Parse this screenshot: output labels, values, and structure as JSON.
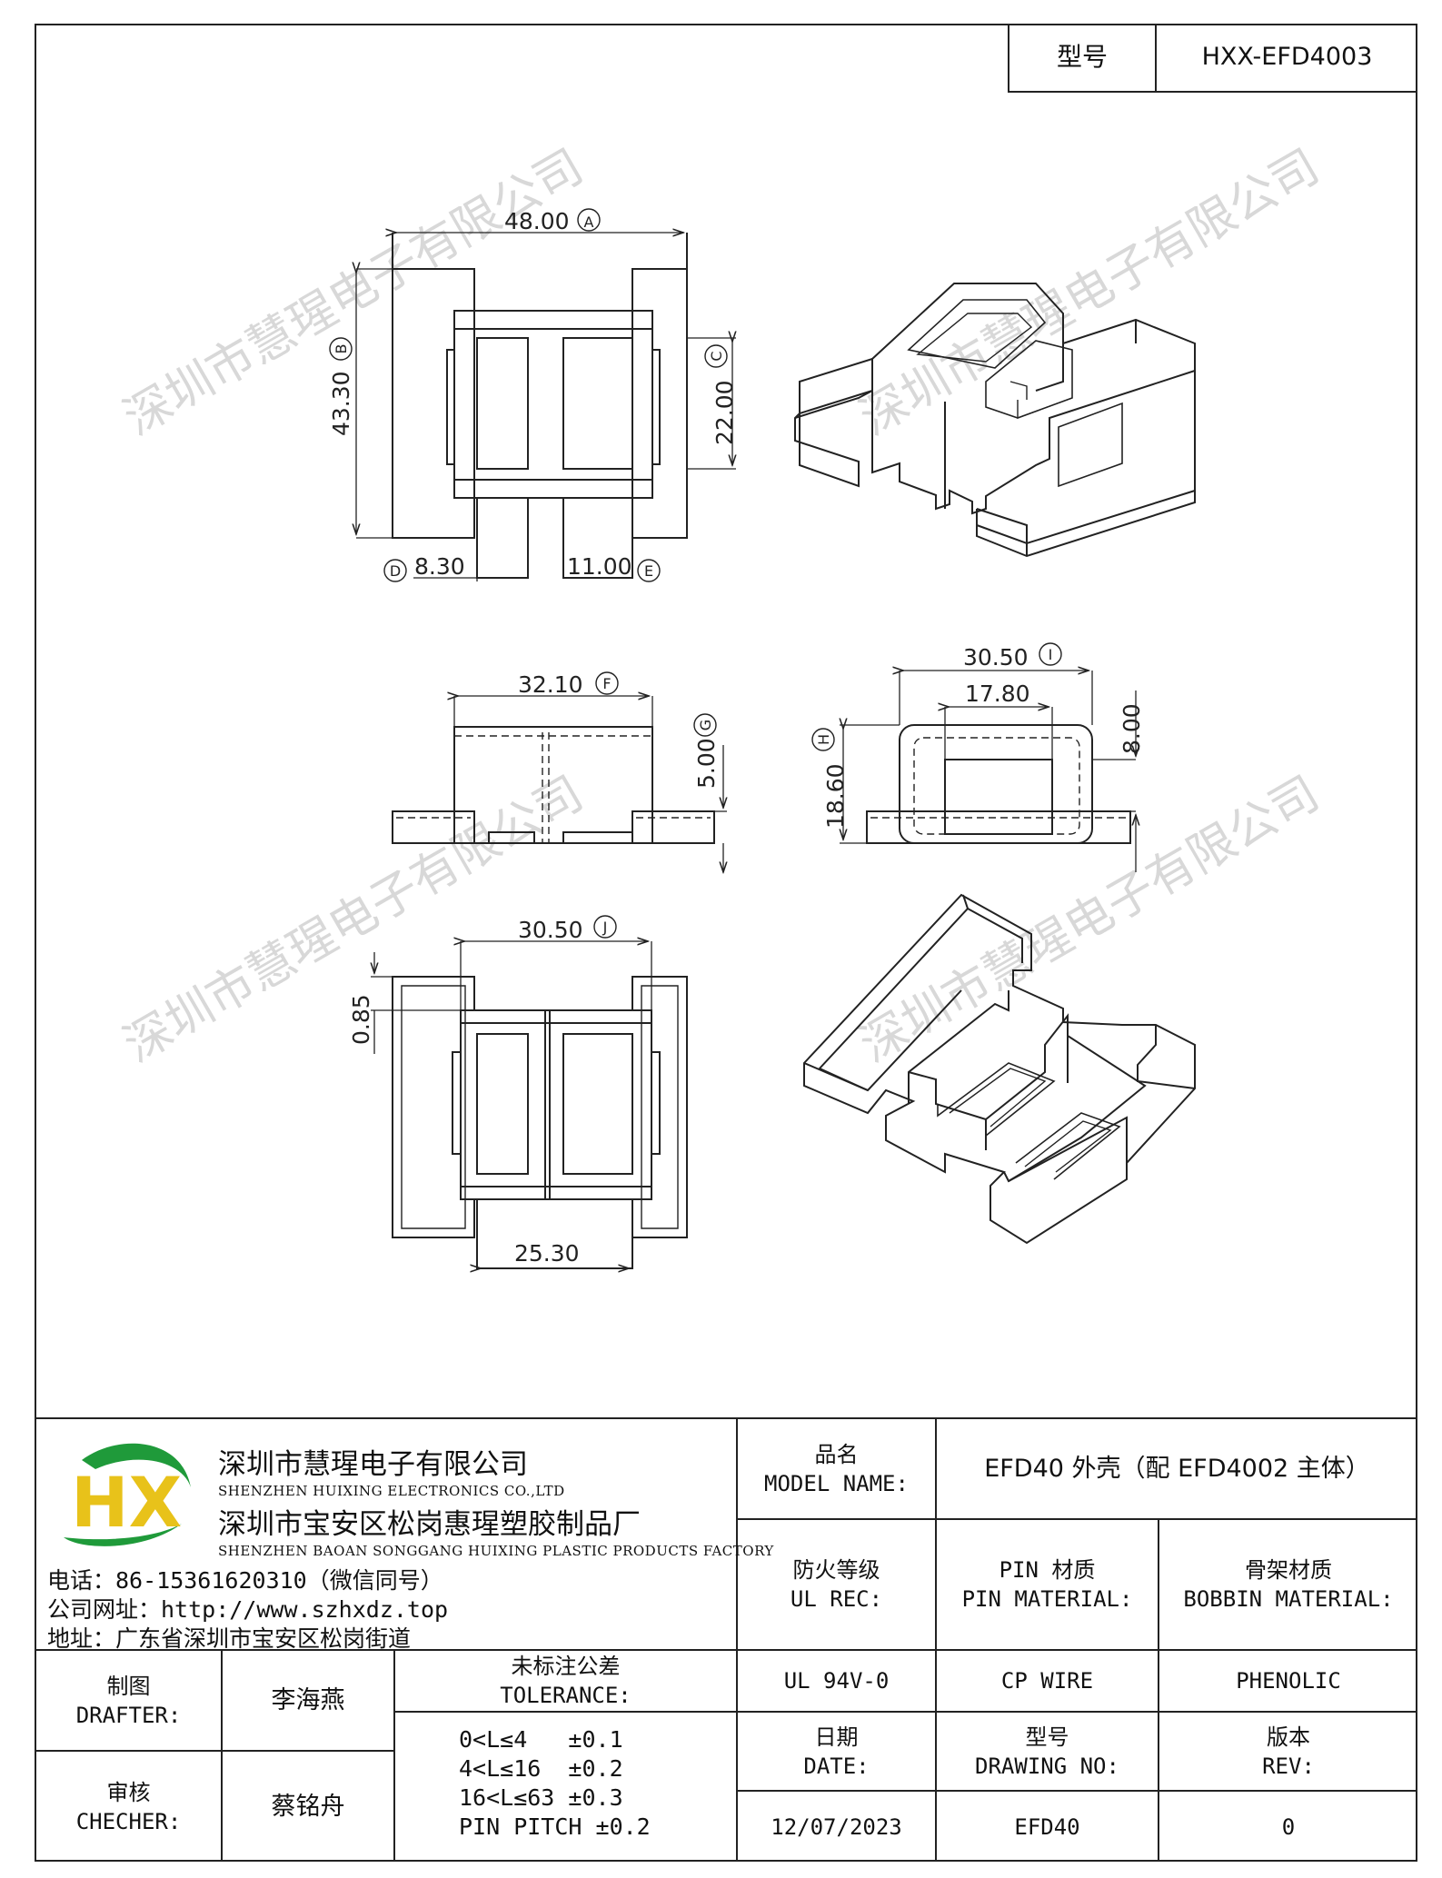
{
  "header": {
    "model_label": "型号",
    "model_value": "HXX-EFD4003"
  },
  "dimensions": {
    "A": {
      "value": "48.00",
      "label": "A"
    },
    "B": {
      "value": "43.30",
      "label": "B"
    },
    "C": {
      "value": "22.00",
      "label": "C"
    },
    "D": {
      "value": "8.30",
      "label": "D"
    },
    "E": {
      "value": "11.00",
      "label": "E"
    },
    "F": {
      "value": "32.10",
      "label": "F"
    },
    "G": {
      "value": "5.00",
      "label": "G"
    },
    "H": {
      "value": "18.60",
      "label": "H"
    },
    "I": {
      "value": "30.50",
      "label": "I"
    },
    "inner_width": "17.80",
    "height_8": "8.00",
    "J": {
      "value": "30.50",
      "label": "J"
    },
    "thickness": "0.85",
    "bottom_width": "25.30"
  },
  "watermark": "深圳市慧瑆电子有限公司",
  "company": {
    "name_cn_1": "深圳市慧瑆电子有限公司",
    "name_en_1": "SHENZHEN HUIXING ELECTRONICS CO.,LTD",
    "name_cn_2": "深圳市宝安区松岗惠瑆塑胶制品厂",
    "name_en_2": "SHENZHEN BAOAN SONGGANG HUIXING PLASTIC PRODUCTS FACTORY",
    "phone": "电话：86-15361620310（微信同号）",
    "website": "公司网址：http://www.szhxdz.top",
    "address": "地址：广东省深圳市宝安区松岗街道",
    "logo_text": "HX",
    "brand_green": "#1f9a3a",
    "brand_yellow": "#e8c21a"
  },
  "title_block": {
    "model_name_cn": "品名",
    "model_name_en": "MODEL NAME:",
    "model_name_value": "EFD40 外壳（配 EFD4002 主体）",
    "ul_rec_cn": "防火等级",
    "ul_rec_en": "UL REC:",
    "pin_material_cn": "PIN 材质",
    "pin_material_en": "PIN MATERIAL:",
    "bobbin_material_cn": "骨架材质",
    "bobbin_material_en": "BOBBIN MATERIAL:",
    "ul_rec_value": "UL 94V-0",
    "pin_material_value": "CP WIRE",
    "bobbin_material_value": "PHENOLIC",
    "drafter_cn": "制图",
    "drafter_en": "DRAFTER:",
    "drafter_value": "李海燕",
    "checker_cn": "审核",
    "checker_en": "CHECHER:",
    "checker_value": "蔡铭舟",
    "tolerance_cn": "未标注公差",
    "tolerance_en": "TOLERANCE:",
    "tolerance_lines": [
      "0<L≤4   ±0.1",
      "4<L≤16  ±0.2",
      "16<L≤63 ±0.3",
      "PIN PITCH ±0.2"
    ],
    "date_cn": "日期",
    "date_en": "DATE:",
    "date_value": "12/07/2023",
    "drawing_no_cn": "型号",
    "drawing_no_en": "DRAWING NO:",
    "drawing_no_value": "EFD40",
    "rev_cn": "版本",
    "rev_en": "REV:",
    "rev_value": "0"
  }
}
